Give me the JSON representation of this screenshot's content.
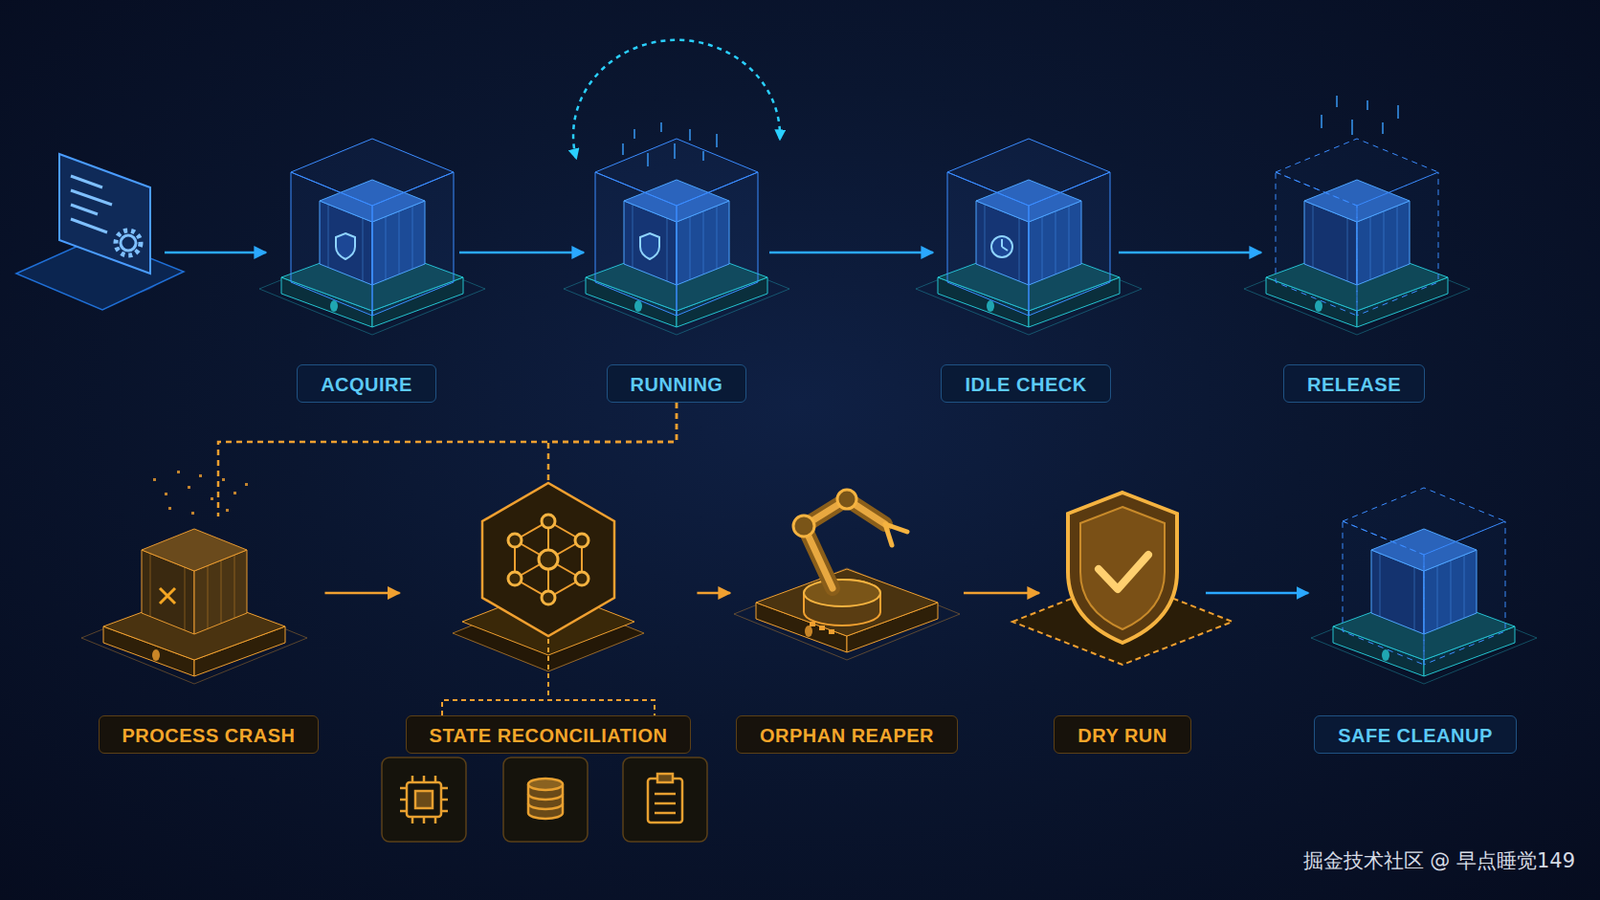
{
  "diagram": {
    "nodes": [
      {
        "text": [
          "ACQUIRE"
        ]
      },
      {
        "text": [
          "RUNNING"
        ]
      },
      {
        "text": [
          "IDLE CHECK"
        ]
      },
      {
        "text": [
          "RELEASE"
        ]
      },
      {
        "text": [
          "PROCESS CRASH"
        ]
      },
      {
        "text": [
          "STATE RECONCILIATION"
        ]
      },
      {
        "text": [
          "ORPHAN REAPER"
        ]
      },
      {
        "text": [
          "DRY RUN"
        ]
      },
      {
        "text": [
          "SAFE CLEANUP"
        ]
      }
    ],
    "edges": [
      {
        "from": 0,
        "to": 1,
        "arrow": "to"
      },
      {
        "from": 1,
        "to": 2,
        "arrow": "to"
      },
      {
        "from": 2,
        "to": 3,
        "arrow": "to"
      },
      {
        "from": 1,
        "to": 4,
        "arrow": "none"
      },
      {
        "from": 1,
        "to": 5,
        "arrow": "none"
      },
      {
        "from": 4,
        "to": 5,
        "arrow": "to"
      },
      {
        "from": 5,
        "to": 6,
        "arrow": "to"
      },
      {
        "from": 6,
        "to": 7,
        "arrow": "to"
      },
      {
        "from": 7,
        "to": 8,
        "arrow": "to"
      }
    ],
    "labels": [
      "掘金技术社区 @ 早点睡觉149"
    ]
  }
}
